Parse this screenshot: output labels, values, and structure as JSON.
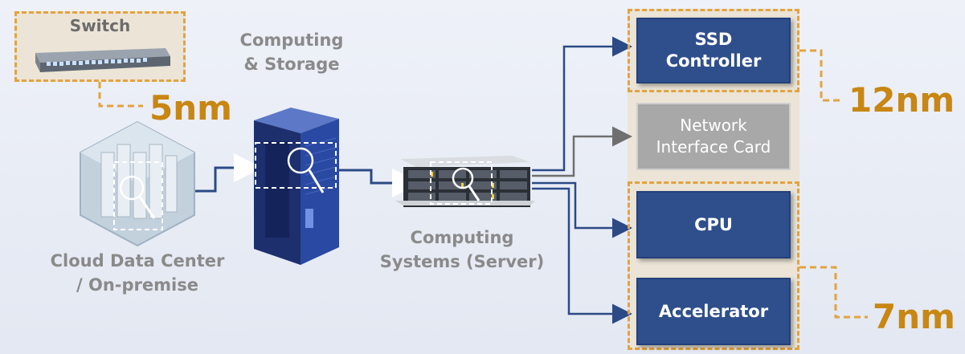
{
  "labels": {
    "switch": "Switch",
    "computing_storage_line1": "Computing",
    "computing_storage_line2": "& Storage",
    "cloud_line1": "Cloud Data Center",
    "cloud_line2": "/ On-premise",
    "server_line1": "Computing",
    "server_line2": "Systems (Server)"
  },
  "boxes": {
    "ssd_line1": "SSD",
    "ssd_line2": "Controller",
    "nic_line1": "Network",
    "nic_line2": "Interface Card",
    "cpu": "CPU",
    "accelerator": "Accelerator"
  },
  "nodes": {
    "switch_node": "5nm",
    "ssd_node": "12nm",
    "cpu_accel_node": "7nm"
  },
  "colors": {
    "accent_orange": "#e2a341",
    "node_text": "#c88612",
    "box_blue": "#2f4f8c",
    "box_gray": "#a8a8a8",
    "connector_blue": "#2b4a86",
    "connector_gray": "#6f6f6f"
  }
}
